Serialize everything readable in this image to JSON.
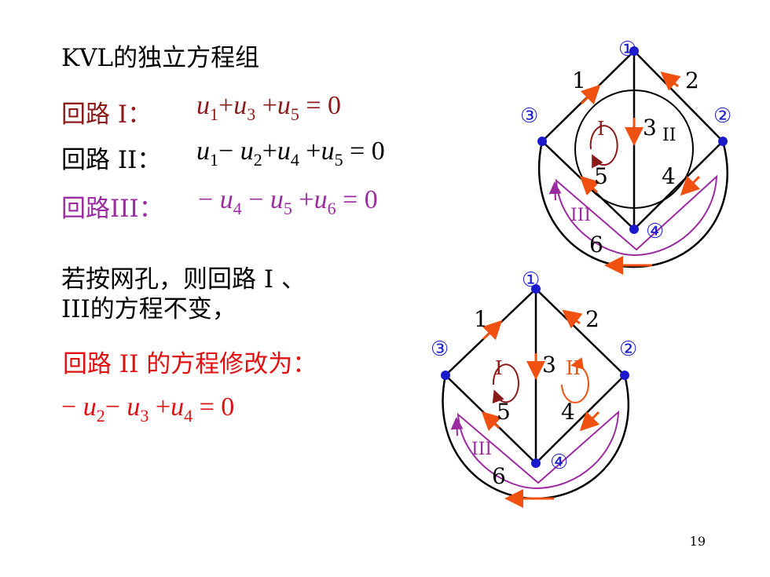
{
  "heading": "KVL的独立方程组",
  "loops": [
    {
      "label": "回路 I：",
      "lhs": [
        {
          "t": "u",
          "s": "1"
        },
        {
          "op": "+"
        },
        {
          "t": "u",
          "s": "3"
        },
        {
          "op": " +"
        },
        {
          "t": "u",
          "s": "5"
        }
      ],
      "rhs": " = 0"
    },
    {
      "label": "回路 II：",
      "lhs": [
        {
          "t": "u",
          "s": "1"
        },
        {
          "op": "− "
        },
        {
          "t": "u",
          "s": "2"
        },
        {
          "op": "+"
        },
        {
          "t": "u",
          "s": "4"
        },
        {
          "op": " +"
        },
        {
          "t": "u",
          "s": "5"
        }
      ],
      "rhs": " = 0"
    },
    {
      "label": "回路III：",
      "lhs": [
        {
          "op": "− "
        },
        {
          "t": "u",
          "s": "4"
        },
        {
          "op": " − "
        },
        {
          "t": "u",
          "s": "5"
        },
        {
          "op": " +"
        },
        {
          "t": "u",
          "s": "6"
        }
      ],
      "rhs": " = 0"
    }
  ],
  "note_line1": "若按网孔，则回路 I 、",
  "note_line2": "III的方程不变，",
  "modify_label": "回路 II 的方程修改为：",
  "modify_eq": [
    {
      "op": "− "
    },
    {
      "t": "u",
      "s": "2"
    },
    {
      "op": "− "
    },
    {
      "t": "u",
      "s": "3"
    },
    {
      "op": " +"
    },
    {
      "t": "u",
      "s": "4"
    }
  ],
  "modify_rhs": " = 0",
  "page_number": "19",
  "diagram1": {
    "nodes": [
      "①",
      "②",
      "③",
      "④"
    ],
    "branches": [
      "1",
      "2",
      "3",
      "4",
      "5",
      "6"
    ],
    "loops": [
      "I",
      "II",
      "III"
    ]
  },
  "diagram2": {
    "nodes": [
      "①",
      "②",
      "③",
      "④"
    ],
    "branches": [
      "1",
      "2",
      "3",
      "4",
      "5",
      "6"
    ],
    "loops": [
      "I",
      "II",
      "III"
    ]
  },
  "colors": {
    "node": "#1a1acc",
    "node_label": "#2020d0",
    "arrow": "#f05010",
    "loop1": "#8b1a1a",
    "loop2_mesh": "#f05010",
    "loop3": "#9b2ca0"
  }
}
